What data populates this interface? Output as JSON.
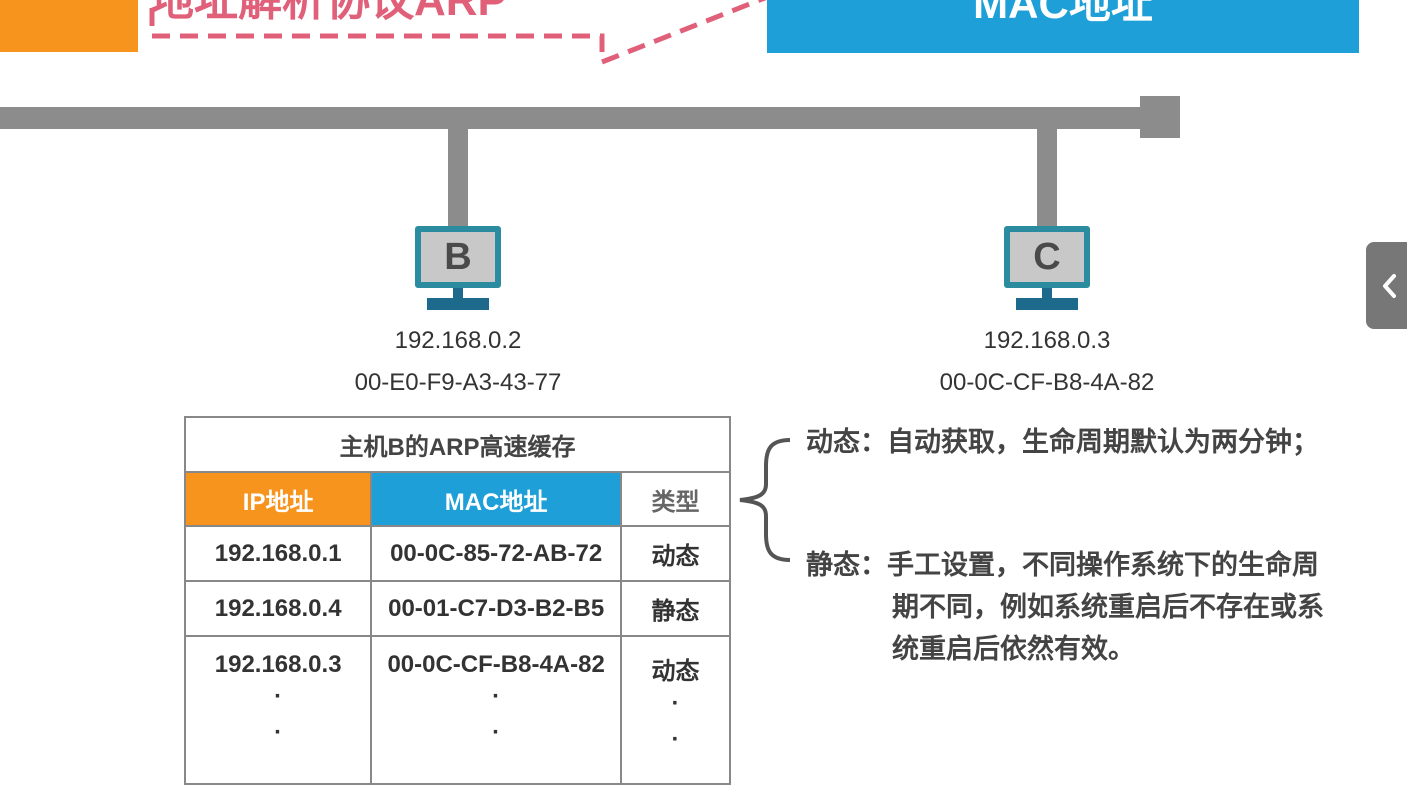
{
  "header": {
    "arp_label": "地址解析协议ARP",
    "mac_label": "MAC地址"
  },
  "hosts": [
    {
      "letter": "B",
      "ip": "192.168.0.2",
      "mac": "00-E0-F9-A3-43-77"
    },
    {
      "letter": "C",
      "ip": "192.168.0.3",
      "mac": "00-0C-CF-B8-4A-82"
    }
  ],
  "table": {
    "caption": "主机B的ARP高速缓存",
    "headers": {
      "ip": "IP地址",
      "mac": "MAC地址",
      "type": "类型"
    },
    "rows": [
      {
        "ip": "192.168.0.1",
        "mac": "00-0C-85-72-AB-72",
        "type": "动态"
      },
      {
        "ip": "192.168.0.4",
        "mac": "00-01-C7-D3-B2-B5",
        "type": "静态"
      },
      {
        "ip": "192.168.0.3",
        "mac": "00-0C-CF-B8-4A-82",
        "type": "动态"
      }
    ],
    "ellipsis": "·"
  },
  "notes": {
    "dynamic": "动态：自动获取，生命周期默认为两分钟；",
    "static_line1": "静态：手工设置，不同操作系统下的生命周",
    "static_line2": "期不同，例如系统重启后不存在或系",
    "static_line3": "统重启后依然有效。"
  },
  "colors": {
    "orange": "#f7941d",
    "blue": "#1e9fd8",
    "pink_dash": "#e0607a",
    "teal": "#2a8c9e",
    "bus_gray": "#8c8c8c"
  },
  "icons": {
    "side_tab": "chevron-left-icon"
  }
}
